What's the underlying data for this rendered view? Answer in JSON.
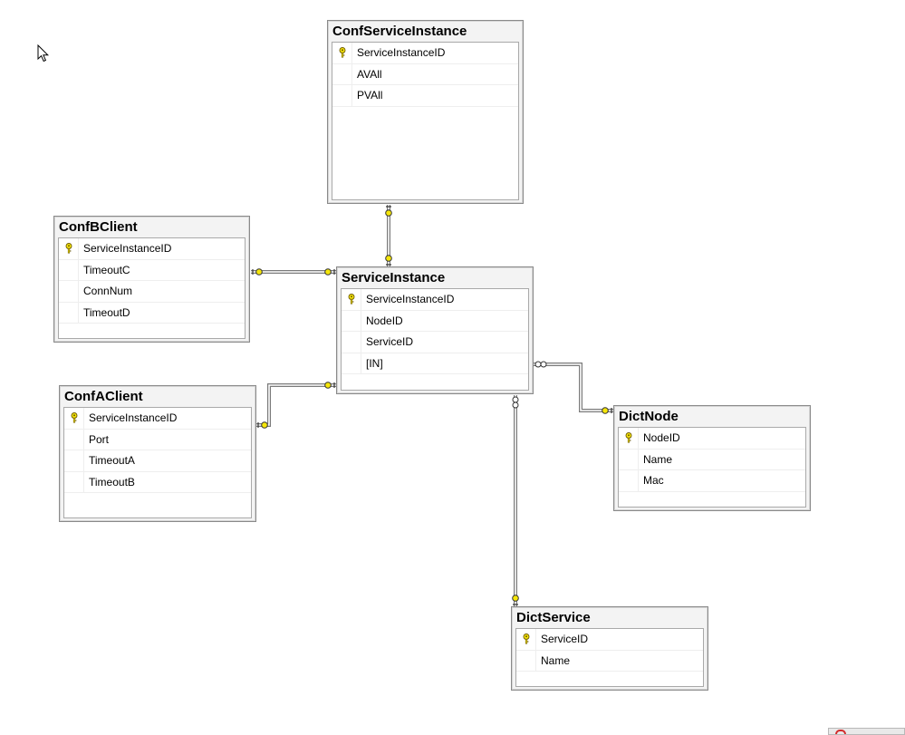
{
  "diagram": {
    "tables": [
      {
        "id": "conf_service_instance",
        "title": "ConfServiceInstance",
        "columns": [
          {
            "name": "ServiceInstanceID",
            "key": true
          },
          {
            "name": "AVAll",
            "key": false
          },
          {
            "name": "PVAll",
            "key": false
          }
        ]
      },
      {
        "id": "conf_b_client",
        "title": "ConfBClient",
        "columns": [
          {
            "name": "ServiceInstanceID",
            "key": true
          },
          {
            "name": "TimeoutC",
            "key": false
          },
          {
            "name": "ConnNum",
            "key": false
          },
          {
            "name": "TimeoutD",
            "key": false
          }
        ]
      },
      {
        "id": "service_instance",
        "title": "ServiceInstance",
        "columns": [
          {
            "name": "ServiceInstanceID",
            "key": true
          },
          {
            "name": "NodeID",
            "key": false
          },
          {
            "name": "ServiceID",
            "key": false
          },
          {
            "name": "[IN]",
            "key": false
          }
        ]
      },
      {
        "id": "conf_a_client",
        "title": "ConfAClient",
        "columns": [
          {
            "name": "ServiceInstanceID",
            "key": true
          },
          {
            "name": "Port",
            "key": false
          },
          {
            "name": "TimeoutA",
            "key": false
          },
          {
            "name": "TimeoutB",
            "key": false
          }
        ]
      },
      {
        "id": "dict_node",
        "title": "DictNode",
        "columns": [
          {
            "name": "NodeID",
            "key": true
          },
          {
            "name": "Name",
            "key": false
          },
          {
            "name": "Mac",
            "key": false
          }
        ]
      },
      {
        "id": "dict_service",
        "title": "DictService",
        "columns": [
          {
            "name": "ServiceID",
            "key": true
          },
          {
            "name": "Name",
            "key": false
          }
        ]
      }
    ],
    "relationships": [
      {
        "from": "conf_service_instance",
        "to": "service_instance",
        "from_end": "one",
        "to_end": "one"
      },
      {
        "from": "conf_b_client",
        "to": "service_instance",
        "from_end": "one",
        "to_end": "one"
      },
      {
        "from": "conf_a_client",
        "to": "service_instance",
        "from_end": "one",
        "to_end": "one"
      },
      {
        "from": "service_instance",
        "to": "dict_node",
        "from_end": "many",
        "to_end": "one"
      },
      {
        "from": "service_instance",
        "to": "dict_service",
        "from_end": "many",
        "to_end": "one"
      }
    ],
    "colors": {
      "key_icon": "#f5e60a",
      "connector": "#7a7a7a",
      "table_header_bg": "#f3f3f3"
    }
  }
}
